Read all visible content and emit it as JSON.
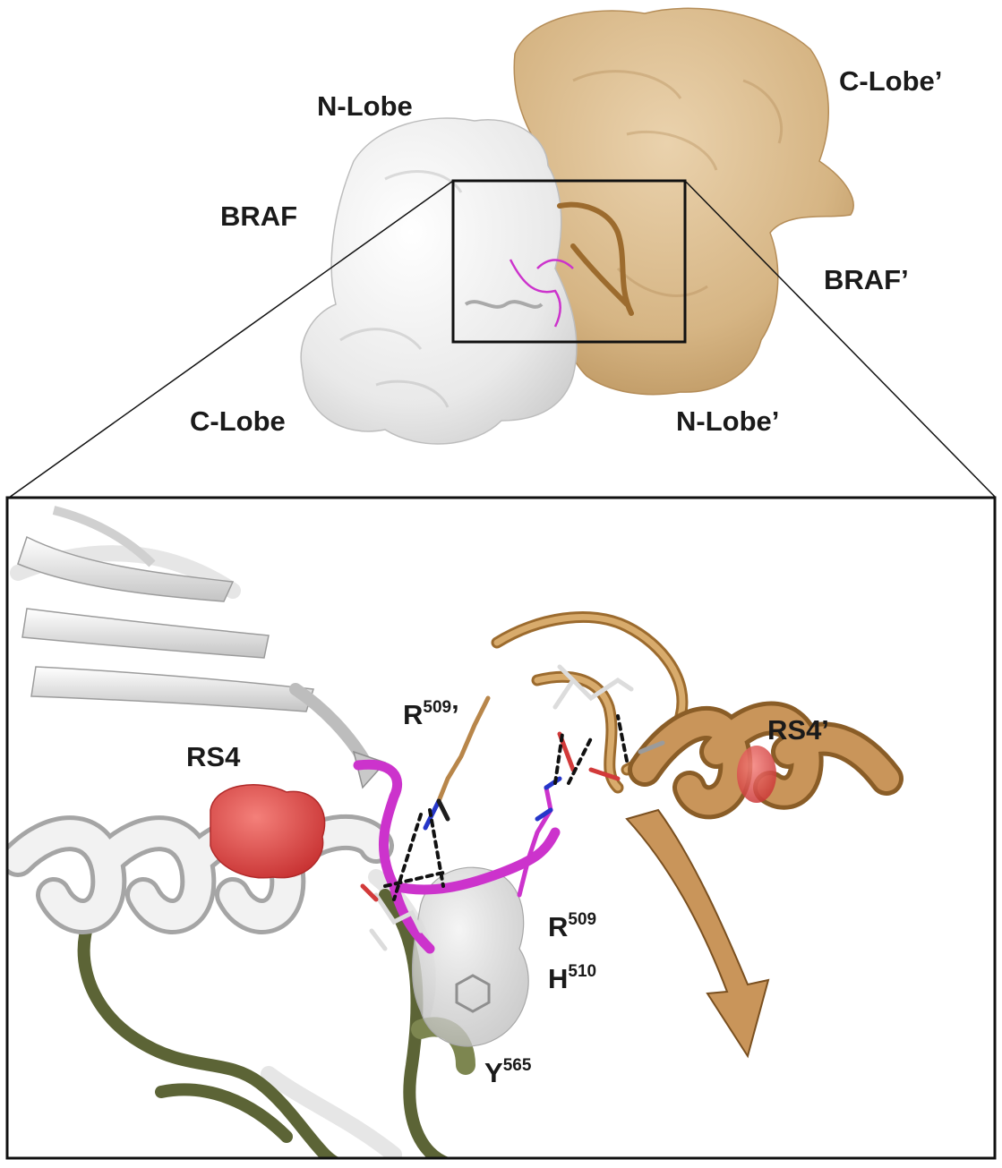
{
  "overview": {
    "monomer_a": {
      "name": "BRAF",
      "n_lobe": "N-Lobe",
      "c_lobe": "C-Lobe"
    },
    "monomer_b": {
      "name": "BRAF’",
      "n_lobe": "N-Lobe’",
      "c_lobe": "C-Lobe’"
    }
  },
  "zoom": {
    "rs4": "RS4",
    "rs4_prime": "RS4’",
    "residues": {
      "r509_prime": {
        "letter": "R",
        "number": "509",
        "suffix": "’"
      },
      "r509": {
        "letter": "R",
        "number": "509"
      },
      "h510": {
        "letter": "H",
        "number": "510"
      },
      "y565": {
        "letter": "Y",
        "number": "565"
      }
    }
  },
  "colors": {
    "braf_surface": "#f0f0f0",
    "braf_prime_surface": "#d9b98a",
    "braf_prime_ribbon": "#b8864a",
    "linker": "#cc33cc",
    "rs4_pocket": "#e34a4a",
    "olive_chain": "#5c6436",
    "hbond": "#111111"
  }
}
